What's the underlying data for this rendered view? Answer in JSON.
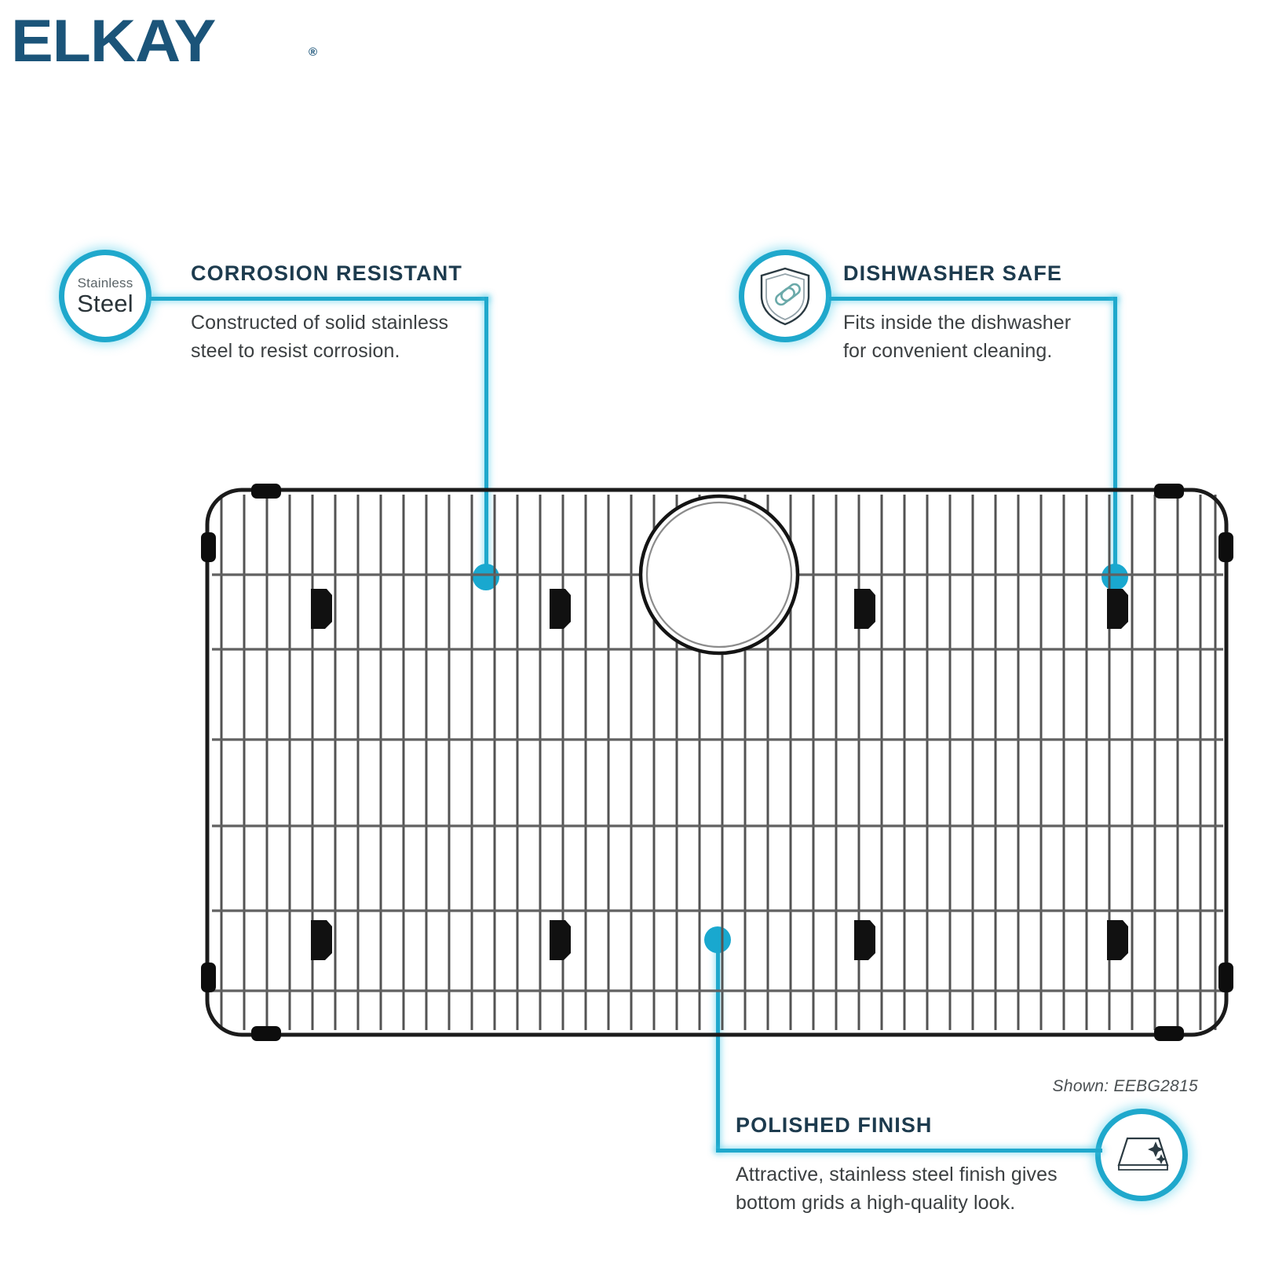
{
  "brand": {
    "name": "ELKAY",
    "registered_mark": "®",
    "color": "#1b5479"
  },
  "theme": {
    "accent": "#1fa8cc",
    "accent_glow": "#40c8e8",
    "heading": "#1d3b4e",
    "body_text": "#3b3f41",
    "background": "#ffffff",
    "wire": "#4a4a4a",
    "foot": "#101010"
  },
  "callouts": [
    {
      "id": "corrosion-resistant",
      "title": "CORROSION RESISTANT",
      "body": "Constructed of solid stainless steel to resist corrosion.",
      "body_lines": [
        "Constructed of solid stainless",
        "steel to resist corrosion."
      ],
      "icon": {
        "name": "stainless-steel-badge-icon",
        "text_small": "Stainless",
        "text_large": "Steel"
      }
    },
    {
      "id": "dishwasher-safe",
      "title": "DISHWASHER SAFE",
      "body": "Fits inside the dishwasher for convenient cleaning.",
      "body_lines": [
        "Fits inside the dishwasher",
        "for convenient cleaning."
      ],
      "icon": {
        "name": "shield-chain-icon",
        "text_small": "",
        "text_large": ""
      }
    },
    {
      "id": "polished-finish",
      "title": "POLISHED FINISH",
      "body": "Attractive, stainless steel finish gives bottom grids a high-quality look.",
      "body_lines": [
        "Attractive, stainless steel finish gives",
        "bottom grids a high-quality look."
      ],
      "icon": {
        "name": "polished-surface-sparkle-icon",
        "text_small": "",
        "text_large": ""
      }
    }
  ],
  "product": {
    "name": "bottom-grid",
    "shown_label": "Shown: EEBG2815",
    "model": "EEBG2815",
    "vertical_wire_count": 45,
    "horizontal_wire_count": 6,
    "foot_count": 8,
    "corner_bumper_count": 8,
    "has_drain_opening": true
  }
}
